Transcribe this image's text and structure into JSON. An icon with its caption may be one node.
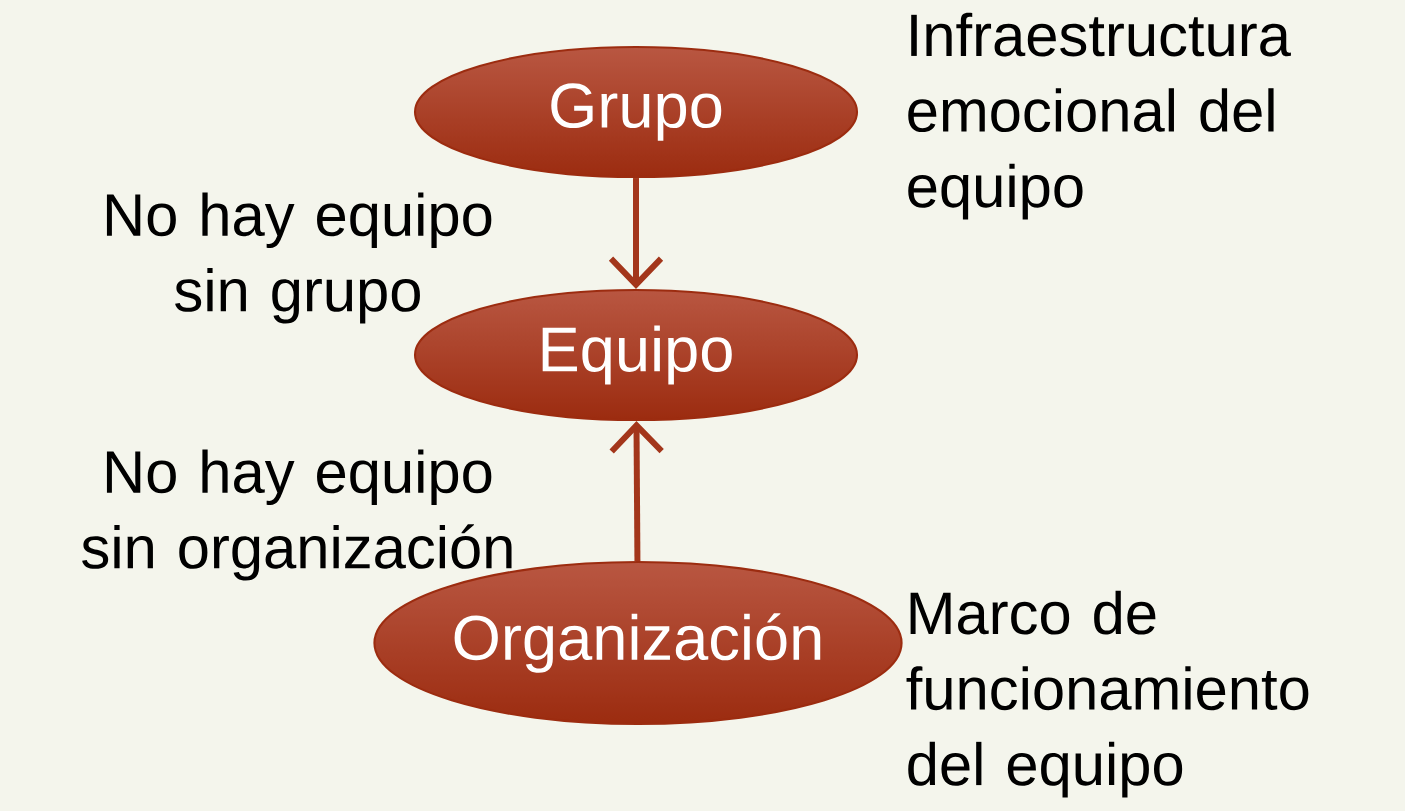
{
  "diagram": {
    "nodes": [
      {
        "text": [
          "Grupo"
        ],
        "beside": [
          "Infraestructura emocional del equipo"
        ]
      },
      {
        "text": [
          "Equipo"
        ]
      },
      {
        "text": [
          "Organización"
        ],
        "beside": [
          "Marco de funcionamiento del equipo"
        ]
      }
    ],
    "edges": [
      {
        "from": 0,
        "to": 1,
        "arrow": "to",
        "label": "No hay equipo sin grupo"
      },
      {
        "from": 2,
        "to": 1,
        "arrow": "to",
        "label": "No hay equipo sin organización"
      }
    ]
  }
}
